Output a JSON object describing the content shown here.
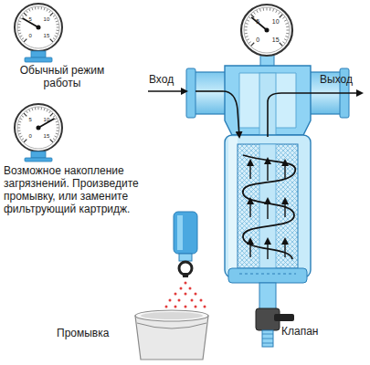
{
  "diagram": {
    "labels": [
      "0",
      "5",
      "10",
      "15",
      "Обычный режим работы",
      "0",
      "5",
      "10",
      "15",
      "Возможное накопление загрязнений. Произведите промывку, или замените фильтрующий картридж.",
      "Вход",
      "Выход",
      "0",
      "5",
      "10",
      "15",
      "Промывка",
      "Клапан"
    ]
  }
}
